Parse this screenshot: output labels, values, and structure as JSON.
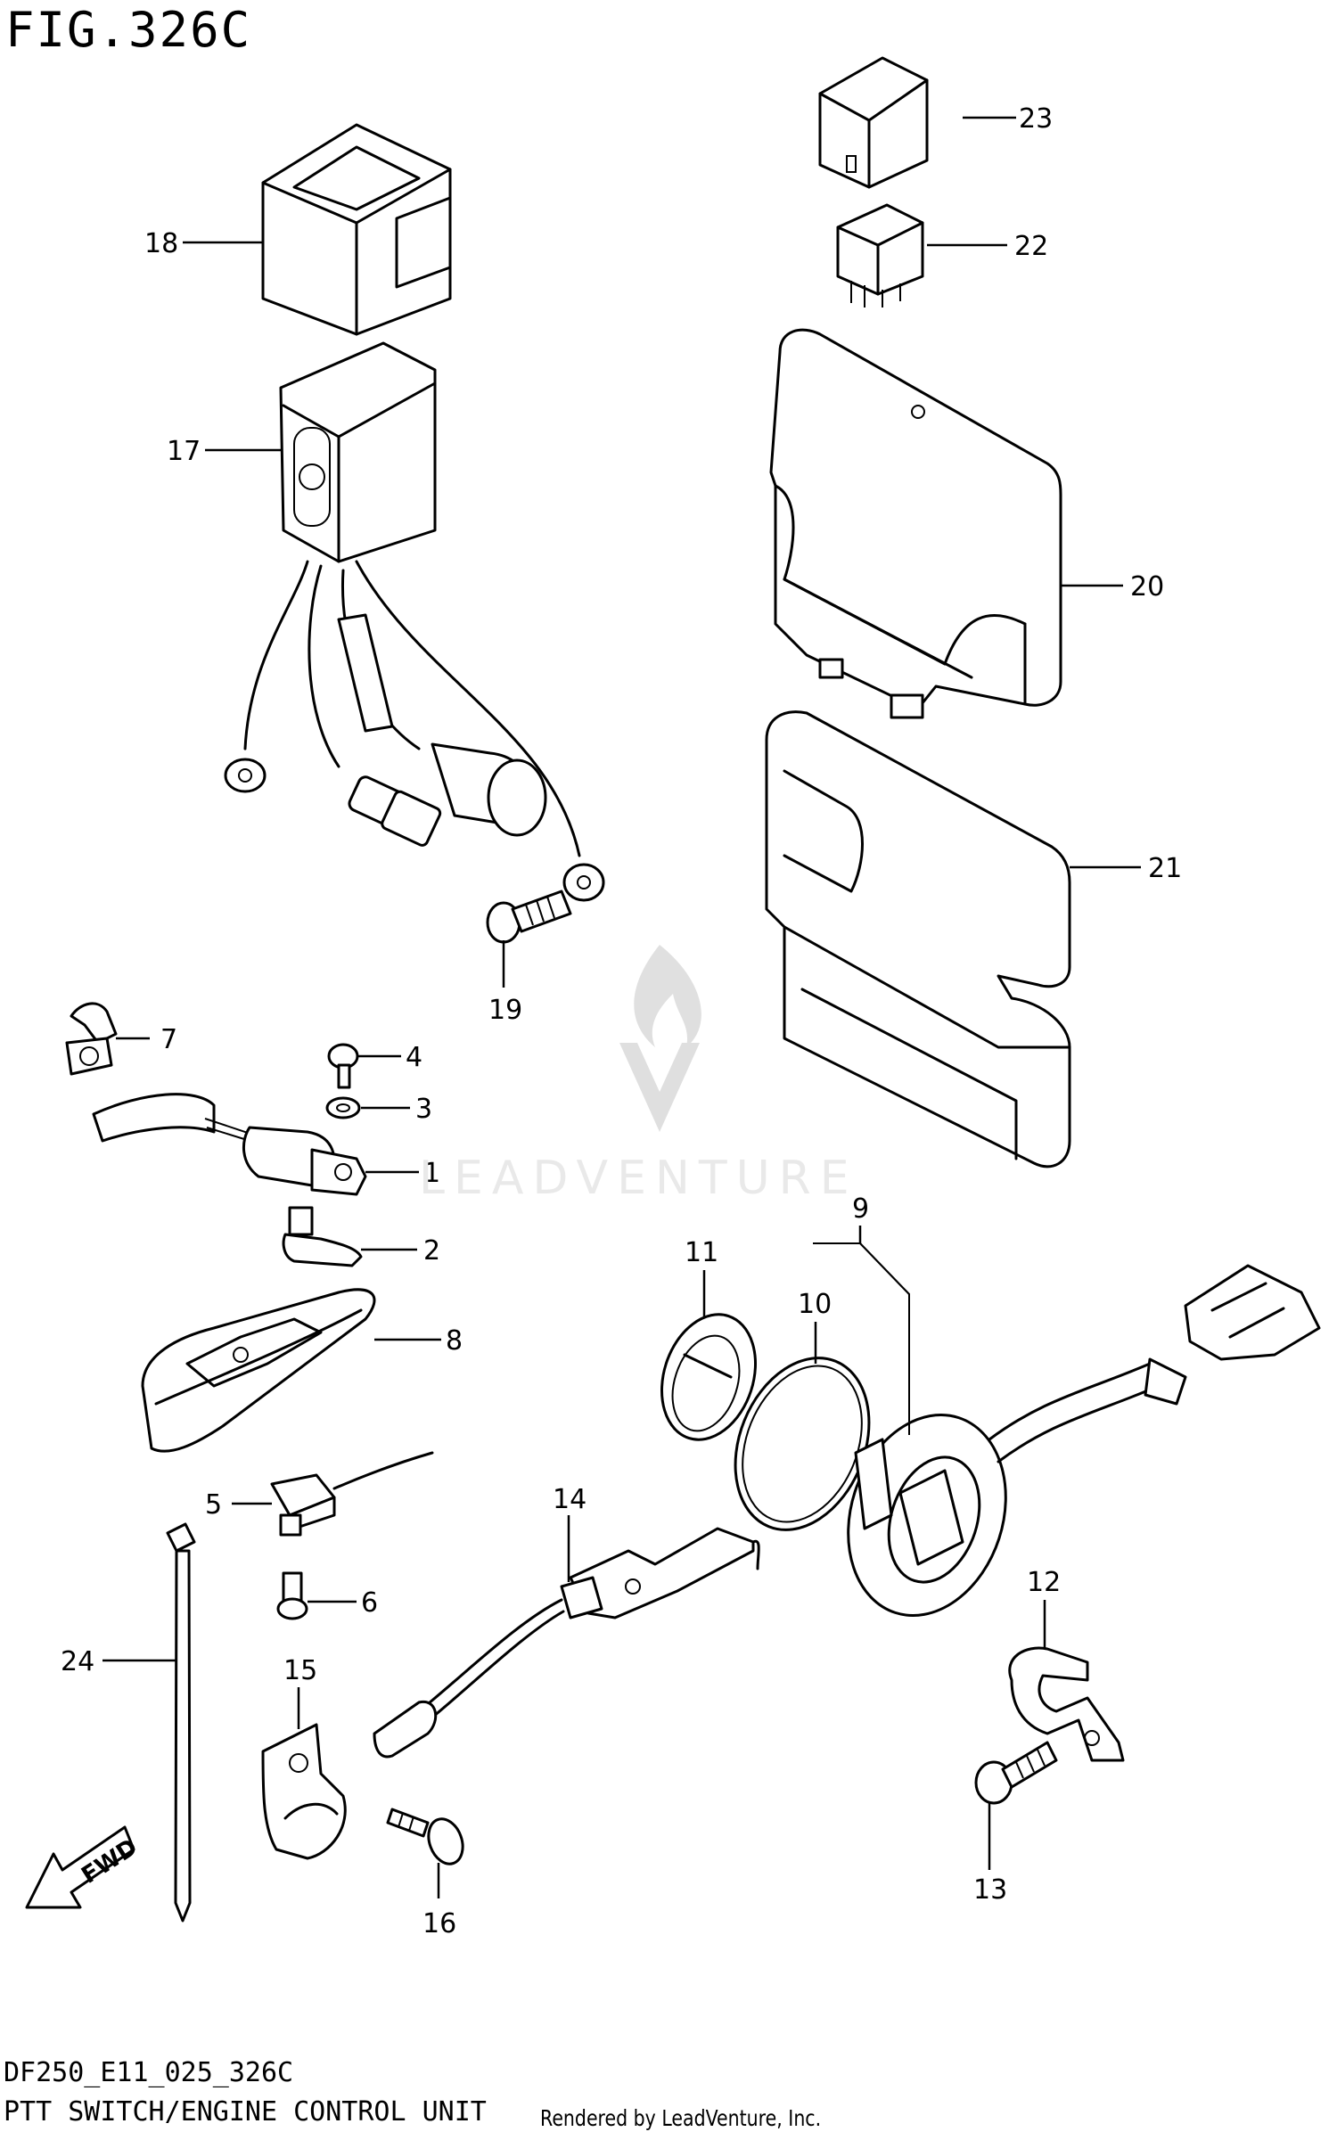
{
  "figure_title": "FIG.326C",
  "footer": {
    "code": "DF250_E11_025_326C",
    "title": "PTT SWITCH/ENGINE CONTROL UNIT",
    "credit": "Rendered by LeadVenture, Inc."
  },
  "watermark": {
    "text": "LEADVENTURE",
    "icon": "flame-logo-icon"
  },
  "direction_arrow": {
    "label": "FWD"
  },
  "callouts": {
    "c1": "1",
    "c2": "2",
    "c3": "3",
    "c4": "4",
    "c5": "5",
    "c6": "6",
    "c7": "7",
    "c8": "8",
    "c9": "9",
    "c10": "10",
    "c11": "11",
    "c12": "12",
    "c13": "13",
    "c14": "14",
    "c15": "15",
    "c16": "16",
    "c17": "17",
    "c18": "18",
    "c19": "19",
    "c20": "20",
    "c21": "21",
    "c22": "22",
    "c23": "23",
    "c24": "24"
  }
}
